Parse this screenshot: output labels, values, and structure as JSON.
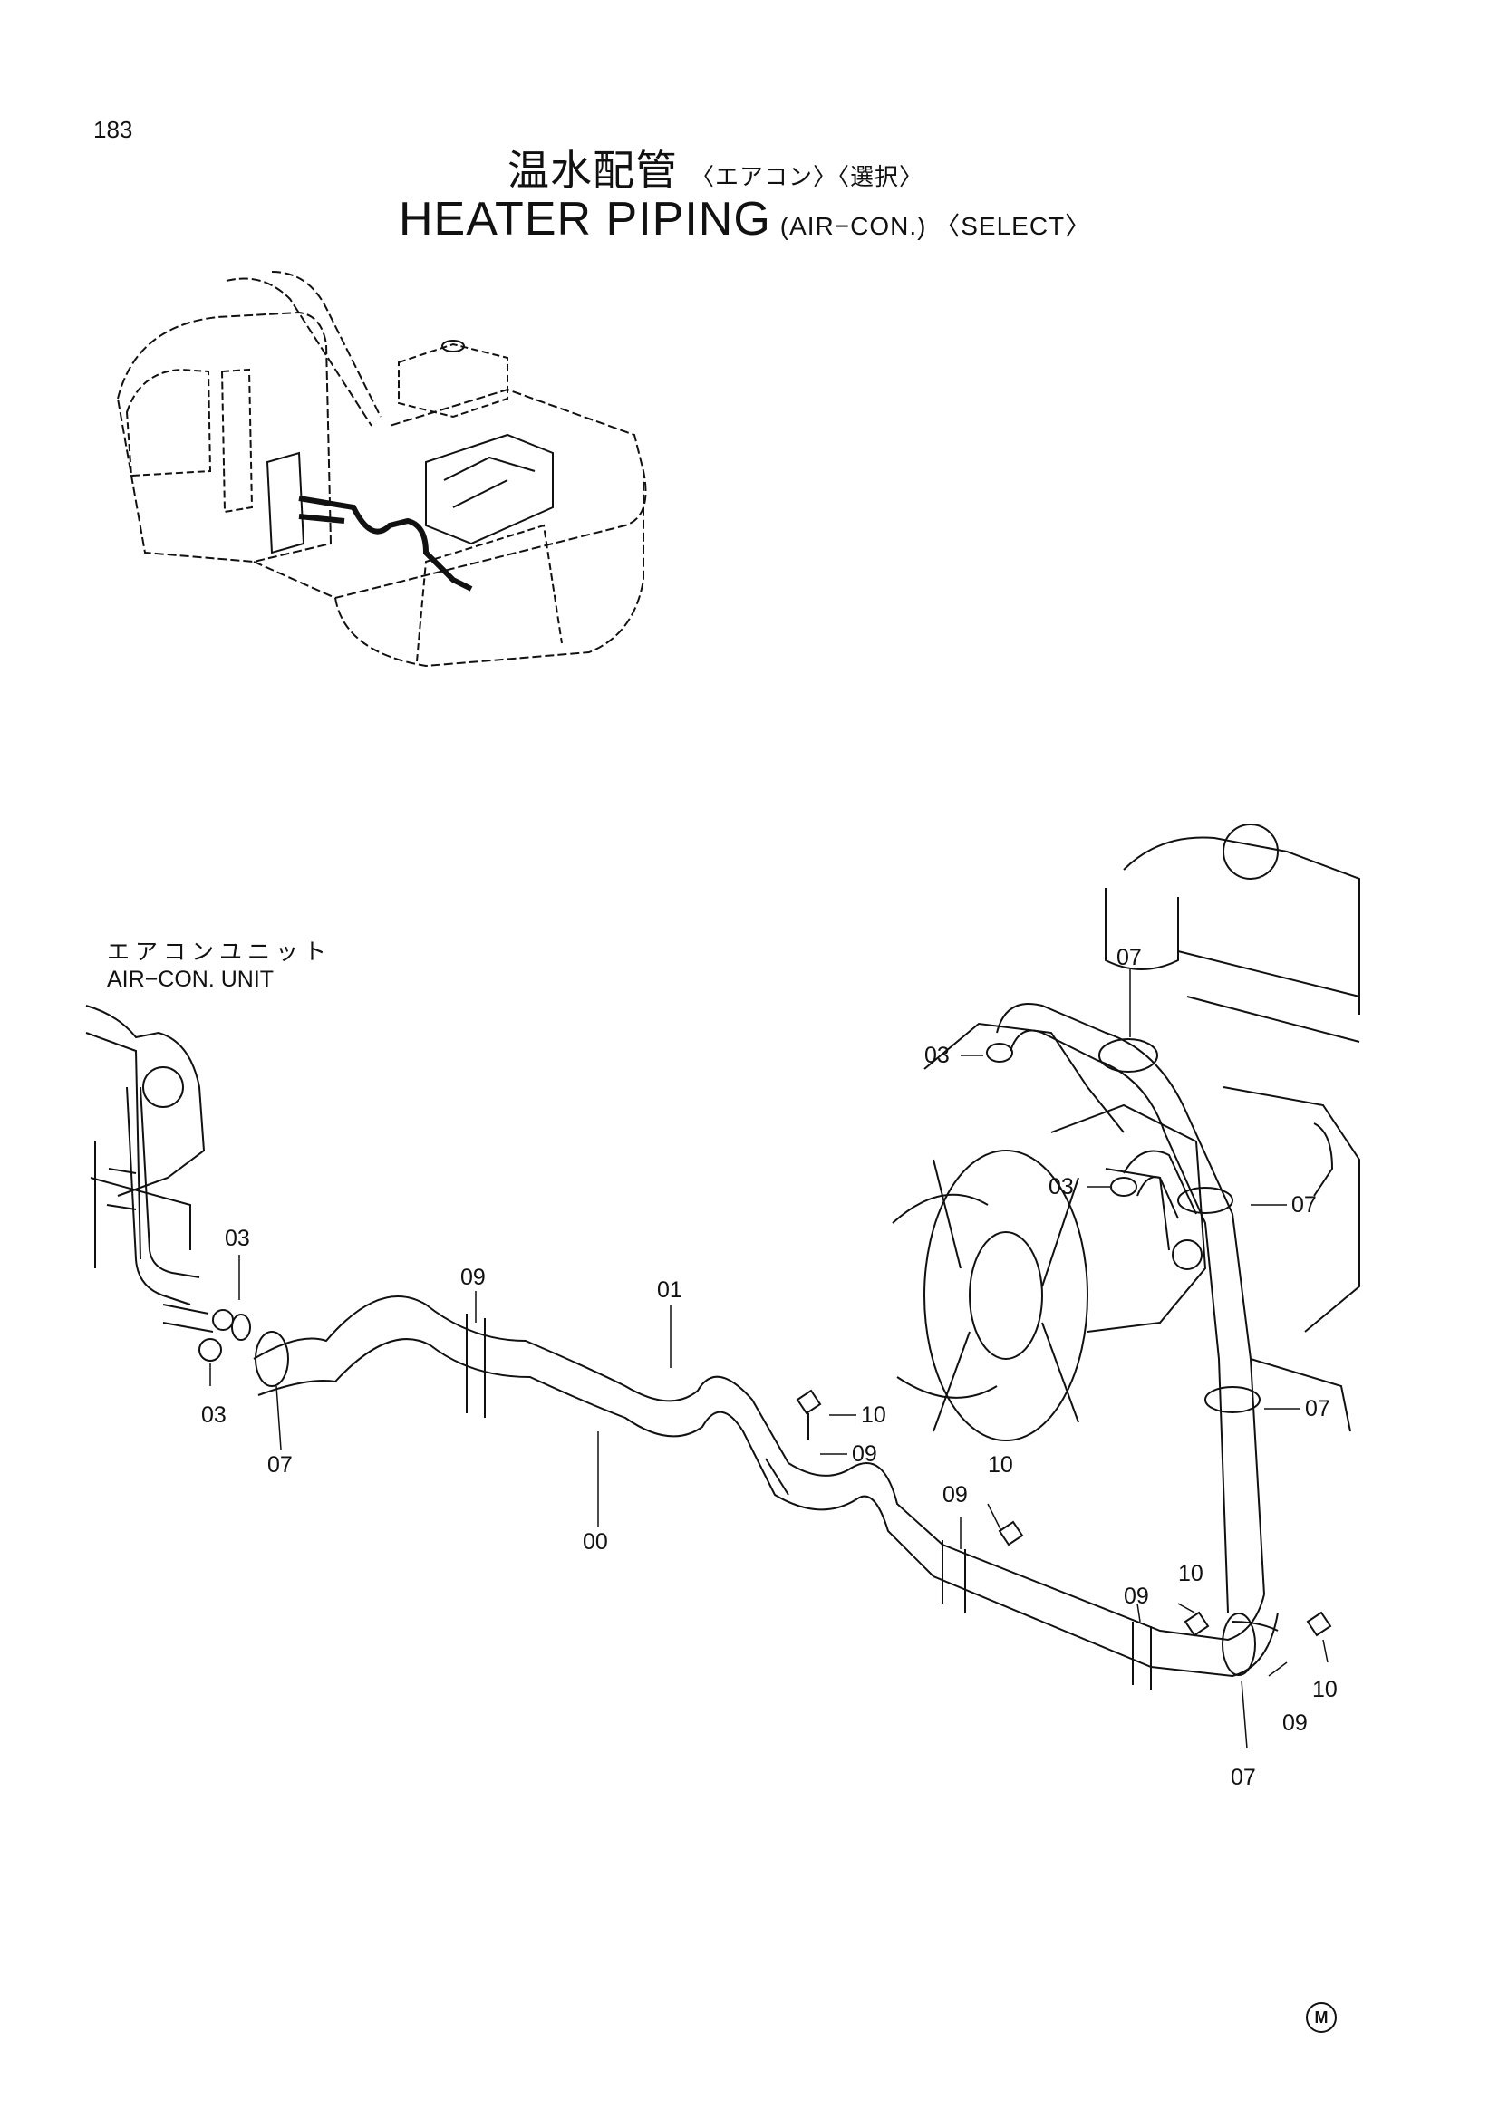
{
  "page_number": "183",
  "title": {
    "jp_main": "温水配管",
    "jp_sub": "〈エアコン〉〈選択〉",
    "en_main": "HEATER  PIPING",
    "en_sub": "(AIR−CON.) 〈SELECT〉"
  },
  "unit_caption": {
    "jp": "エアコンユニット",
    "en": "AIR−CON. UNIT"
  },
  "callouts": [
    "00",
    "01",
    "03",
    "03",
    "03",
    "03",
    "07",
    "07",
    "07",
    "07",
    "07",
    "09",
    "09",
    "09",
    "09",
    "09",
    "10",
    "10",
    "10",
    "10"
  ],
  "footer_mark": "M"
}
